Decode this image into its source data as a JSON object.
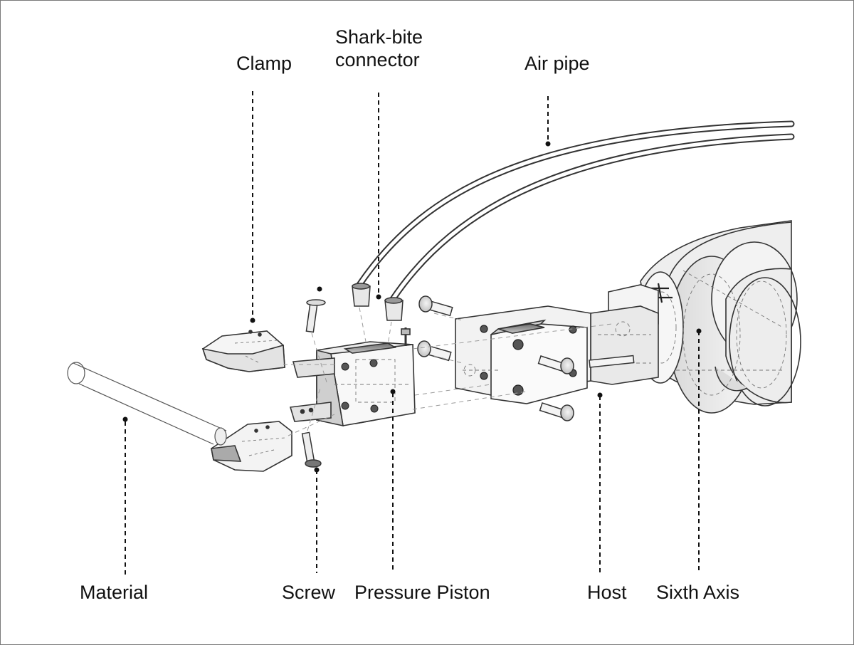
{
  "diagram": {
    "labels": {
      "clamp": "Clamp",
      "shark_bite_line1": "Shark-bite",
      "shark_bite_line2": "connector",
      "air_pipe": "Air pipe",
      "material": "Material",
      "screw": "Screw",
      "pressure_piston": "Pressure Piston",
      "host": "Host",
      "sixth_axis": "Sixth Axis"
    }
  }
}
